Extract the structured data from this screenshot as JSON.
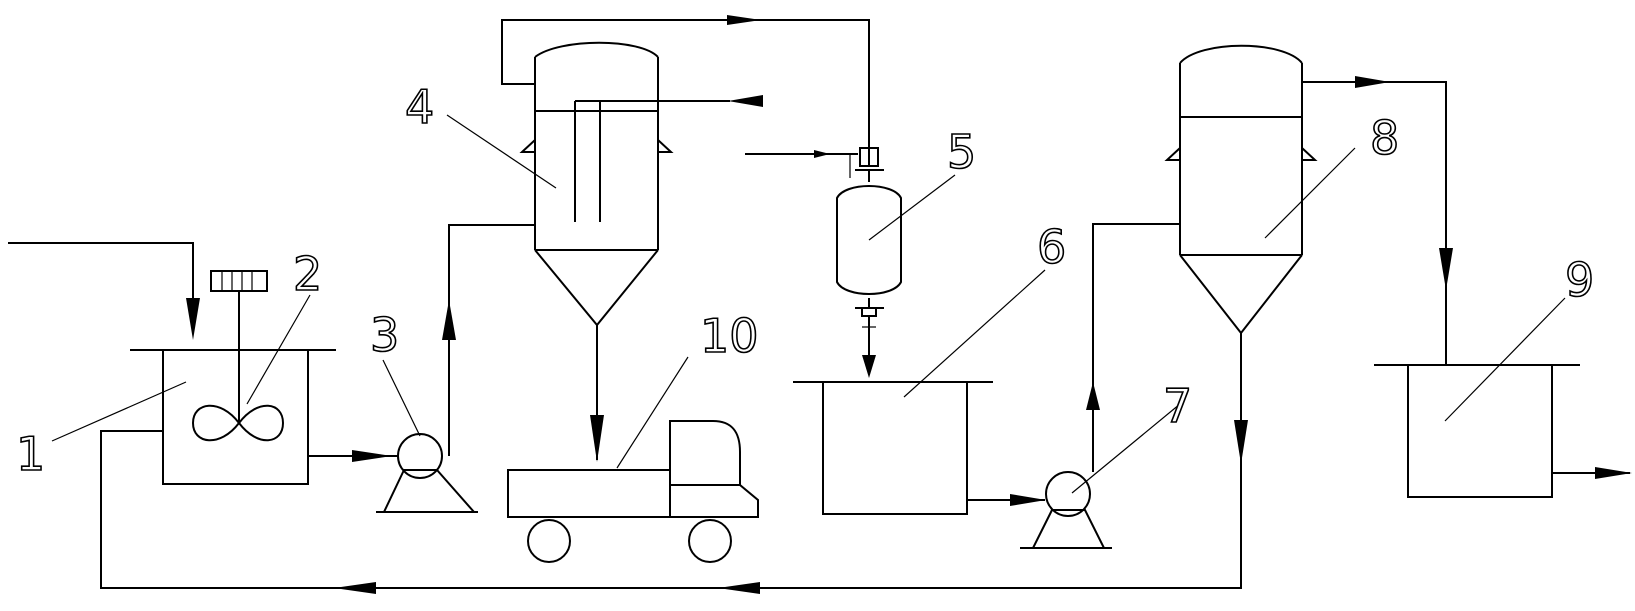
{
  "colors": {
    "line": "#000000",
    "background": "#ffffff"
  },
  "labels": [
    "1",
    "2",
    "3",
    "4",
    "5",
    "6",
    "7",
    "8",
    "9",
    "10"
  ]
}
